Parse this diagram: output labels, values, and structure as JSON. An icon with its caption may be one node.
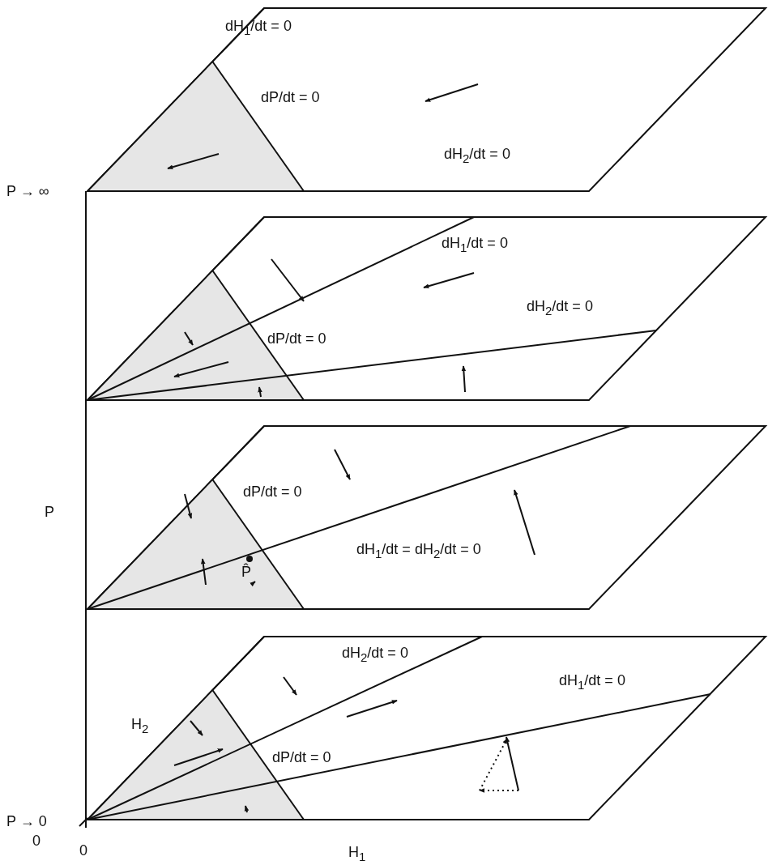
{
  "diagram": {
    "labels": [
      "dH$_{1}$/dt = 0",
      "dP/dt = 0",
      "dH$_{2}$/dt = 0",
      "P → ∞",
      "dH$_{1}$/dt = 0",
      "dH$_{2}$/dt = 0",
      "dP/dt = 0",
      "P",
      "dP/dt = 0",
      "dH$_{1}$/dt = dH$_{2}$/dt = 0",
      "P̂",
      "dH$_{2}$/dt = 0",
      "dH$_{1}$/dt = 0",
      "H$_{2}$",
      "dP/dt = 0",
      "P → 0",
      "0",
      "0",
      "H$_{1}$"
    ]
  }
}
